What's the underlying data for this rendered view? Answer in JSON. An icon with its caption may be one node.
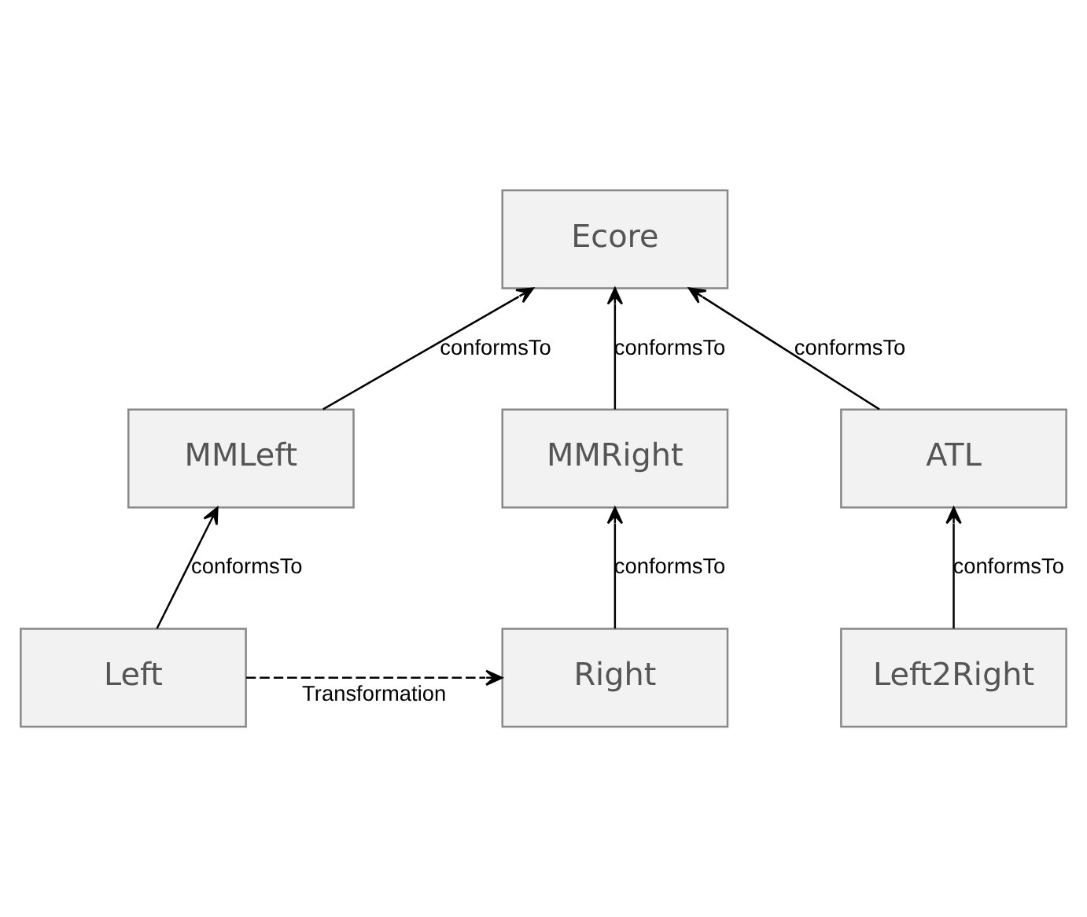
{
  "diagram": {
    "nodes": [
      {
        "text": [
          "Ecore"
        ]
      },
      {
        "text": [
          "MMLeft"
        ]
      },
      {
        "text": [
          "ATL"
        ]
      },
      {
        "text": [
          "MMRight"
        ]
      },
      {
        "text": [
          "Left2Right"
        ]
      },
      {
        "text": [
          "Left"
        ]
      },
      {
        "text": [
          "Right"
        ]
      }
    ],
    "edges": [
      {
        "from": 1,
        "to": 0,
        "arrow": "to",
        "label": "conformsTo"
      },
      {
        "from": 2,
        "to": 0,
        "arrow": "to",
        "label": "conformsTo"
      },
      {
        "from": 3,
        "to": 0,
        "arrow": "to",
        "label": "conformsTo"
      },
      {
        "from": 4,
        "to": 2,
        "arrow": "to",
        "label": "conformsTo"
      },
      {
        "from": 5,
        "to": 1,
        "arrow": "to",
        "label": "conformsTo"
      },
      {
        "from": 6,
        "to": 3,
        "arrow": "to",
        "label": "conformsTo"
      },
      {
        "from": 5,
        "to": 6,
        "arrow": "to",
        "label": "Transformation",
        "style": "dashed"
      }
    ]
  }
}
